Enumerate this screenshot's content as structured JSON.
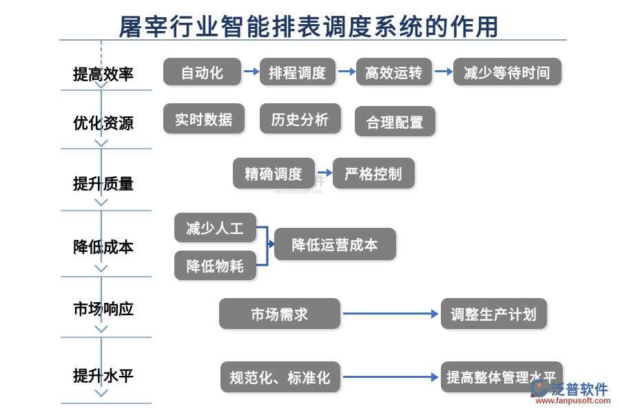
{
  "title": "屠宰行业智能排表调度系统的作用",
  "stages": [
    "提高效率",
    "优化资源",
    "提升质量",
    "降低成本",
    "市场响应",
    "提升水平"
  ],
  "flows": {
    "efficiency": [
      "自动化",
      "排程调度",
      "高效运转",
      "减少等待时间"
    ],
    "resource": [
      "实时数据",
      "历史分析",
      "合理配置"
    ],
    "quality": [
      "精确调度",
      "严格控制"
    ],
    "cost": {
      "inputs": [
        "减少人工",
        "降低物耗"
      ],
      "result": "降低运营成本"
    },
    "market": {
      "from": "市场需求",
      "to": "调整生产计划"
    },
    "level": {
      "from": "规范化、标准化",
      "to": "提高整体管理水平"
    }
  },
  "watermark": {
    "brand": "泛普软件",
    "url": "www.fanpusoft.com"
  },
  "logo": {
    "brand": "泛普软件",
    "url": "www.fanpusoft.com"
  },
  "colors": {
    "title": "#1f3864",
    "box": "#7f7f7f",
    "box_text": "#ffffff",
    "arrow": "#4472c4",
    "guide_line": "#95b3d7",
    "stage_text": "#000000",
    "logo_blue": "#3e6aa6",
    "logo_red": "#ae4a3d"
  }
}
